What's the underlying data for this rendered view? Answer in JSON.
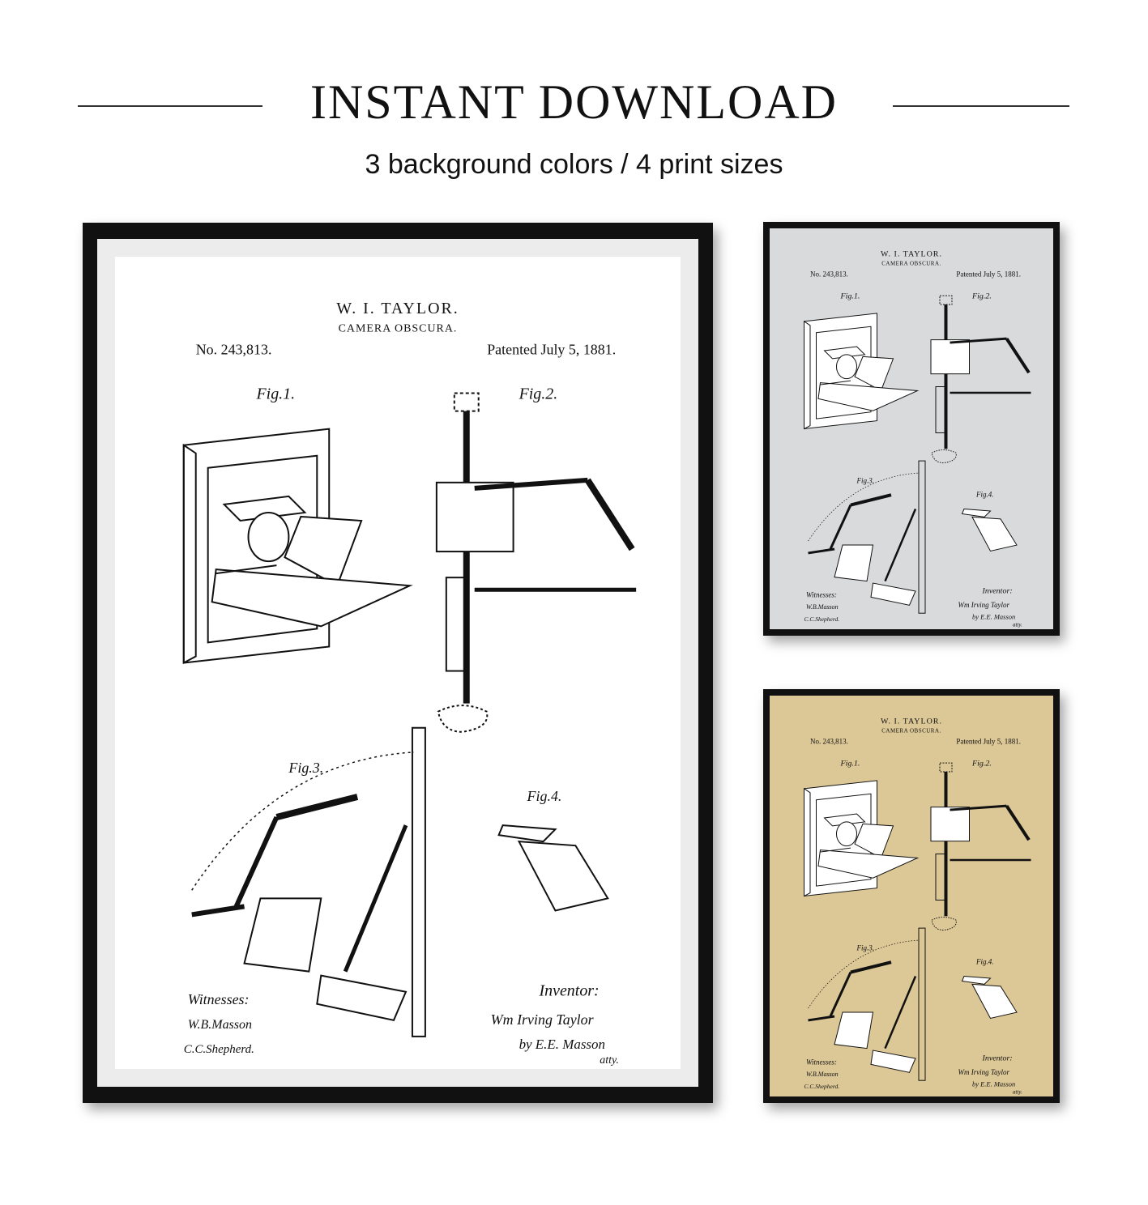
{
  "header": {
    "title": "INSTANT DOWNLOAD",
    "subtitle": "3 background colors  /  4 print sizes"
  },
  "patent": {
    "inventor_name": "W. I. TAYLOR.",
    "invention": "CAMERA OBSCURA.",
    "number": "No. 243,813.",
    "date": "Patented July 5, 1881.",
    "fig1": "Fig.1.",
    "fig2": "Fig.2.",
    "fig3": "Fig.3.",
    "fig4": "Fig.4.",
    "witnesses_label": "Witnesses:",
    "witness1": "W.B.Masson",
    "witness2": "C.C.Shepherd.",
    "inventor_label": "Inventor:",
    "inventor_sig": "Wm Irving Taylor",
    "attorney": "by E.E. Masson",
    "atty": "atty."
  },
  "variants": [
    {
      "name": "white",
      "color": "#ffffff"
    },
    {
      "name": "gray",
      "color": "#d9dadb"
    },
    {
      "name": "vintage",
      "color": "#dcc796"
    }
  ]
}
